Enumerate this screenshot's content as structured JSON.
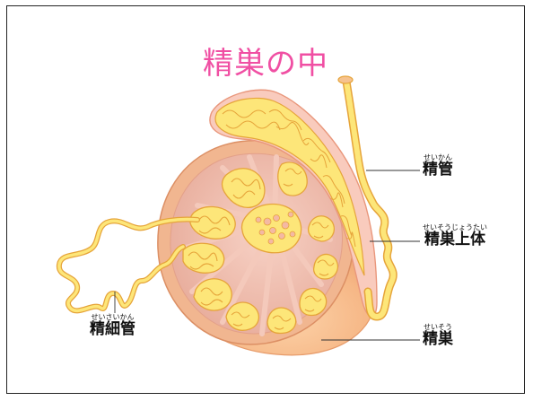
{
  "title": "精巣の中",
  "labels": {
    "vas_deferens": {
      "text": "精管",
      "ruby": "せいかん"
    },
    "epididymis": {
      "text": "精巣上体",
      "ruby": "せいそうじょうたい"
    },
    "seminiferous_tubule": {
      "text": "精細管",
      "ruby": "せいさいかん"
    },
    "testis": {
      "text": "精巣",
      "ruby": "せいそう"
    }
  },
  "colors": {
    "title": "#f04fa3",
    "tubule_fill": "#fde679",
    "tubule_outline": "#e6a43a",
    "capsule": "#f5b98c",
    "septum": "#f1c2b2",
    "epididymis_pink": "#f7c6b8"
  }
}
